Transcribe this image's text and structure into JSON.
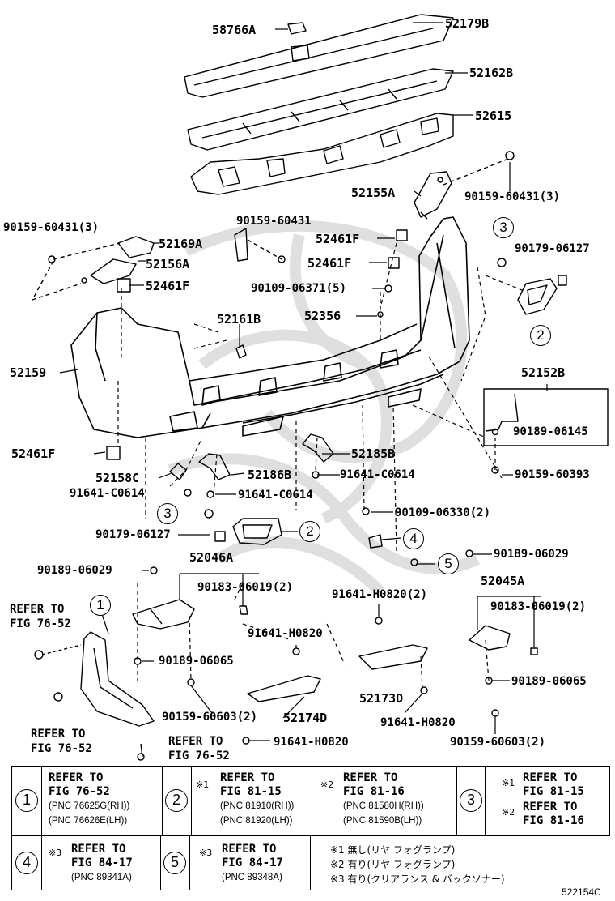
{
  "labels": {
    "p58766A": "58766A",
    "p52179B": "52179B",
    "p52162B": "52162B",
    "p52615": "52615",
    "p52155A": "52155A",
    "p90159_60431_3_r": "90159-60431(3)",
    "p90159_60431_3_l": "90159-60431(3)",
    "p90159_60431": "90159-60431",
    "p52169A": "52169A",
    "p52156A": "52156A",
    "p52461F_1": "52461F",
    "p52461F_2": "52461F",
    "p52461F_3": "52461F",
    "p52461F_4": "52461F",
    "p90179_06127_r": "90179-06127",
    "p90109_06371": "90109-06371(5)",
    "p52356": "52356",
    "p52161B": "52161B",
    "p52159": "52159",
    "p52152B": "52152B",
    "p90189_06145": "90189-06145",
    "p52185B": "52185B",
    "p52158C": "52158C",
    "p52186B": "52186B",
    "p91641_C0614_a": "91641-C0614",
    "p91641_C0614_b": "91641-C0614",
    "p91641_C0614_c": "91641-C0614",
    "p90159_60393": "90159-60393",
    "p90109_06330": "90109-06330(2)",
    "p90179_06127_l": "90179-06127",
    "p52046A": "52046A",
    "p90189_06029_l": "90189-06029",
    "p90189_06029_r": "90189-06029",
    "p90183_06019_l": "90183-06019(2)",
    "p90183_06019_r": "90183-06019(2)",
    "p52045A": "52045A",
    "p91641_H0820_2": "91641-H0820(2)",
    "p91641_H0820_a": "91641-H0820",
    "p91641_H0820_b": "91641-H0820",
    "p91641_H0820_c": "91641-H0820",
    "p90189_06065_l": "90189-06065",
    "p90189_06065_r": "90189-06065",
    "p52173D": "52173D",
    "p90159_60603_l": "90159-60603(2)",
    "p90159_60603_r": "90159-60603(2)",
    "p52174D": "52174D",
    "refer_a1": "REFER TO",
    "refer_a2": "FIG 76-52",
    "refer_b1": "REFER TO",
    "refer_b2": "FIG 76-52",
    "refer_c1": "REFER TO",
    "refer_c2": "FIG 76-52"
  },
  "callouts": {
    "c1": "1",
    "c2a": "2",
    "c2b": "2",
    "c3a": "3",
    "c3b": "3",
    "c4": "4",
    "c5": "5"
  },
  "table": {
    "row1": {
      "c1": {
        "num": "1",
        "ref1": "REFER TO",
        "ref2": "FIG 76-52",
        "pnc1": "(PNC 76625G(RH))",
        "pnc2": "(PNC 76626E(LH))"
      },
      "c2": {
        "num": "2",
        "m1": "※1",
        "ref1a": "REFER TO",
        "ref1b": "FIG 81-15",
        "pnc1a": "(PNC 81910(RH))",
        "pnc1b": "(PNC 81920(LH))",
        "m2": "※2",
        "ref2a": "REFER TO",
        "ref2b": "FIG 81-16",
        "pnc2a": "(PNC 81580H(RH))",
        "pnc2b": "(PNC 81590B(LH))"
      },
      "c3": {
        "num": "3",
        "m1": "※1",
        "ref1a": "REFER TO",
        "ref1b": "FIG 81-15",
        "m2": "※2",
        "ref2a": "REFER TO",
        "ref2b": "FIG 81-16"
      }
    },
    "row2": {
      "c4": {
        "num": "4",
        "m": "※3",
        "ref1": "REFER TO",
        "ref2": "FIG 84-17",
        "pnc": "(PNC 89341A)"
      },
      "c5": {
        "num": "5",
        "m": "※3",
        "ref1": "REFER TO",
        "ref2": "FIG 84-17",
        "pnc": "(PNC 89348A)"
      }
    },
    "notes": [
      "※1 無し(リヤ フォグランプ)",
      "※2 有り(リヤ フォグランプ)",
      "※3 有り(クリアランス & バックソナー)"
    ]
  },
  "diagram_code": "522154C"
}
